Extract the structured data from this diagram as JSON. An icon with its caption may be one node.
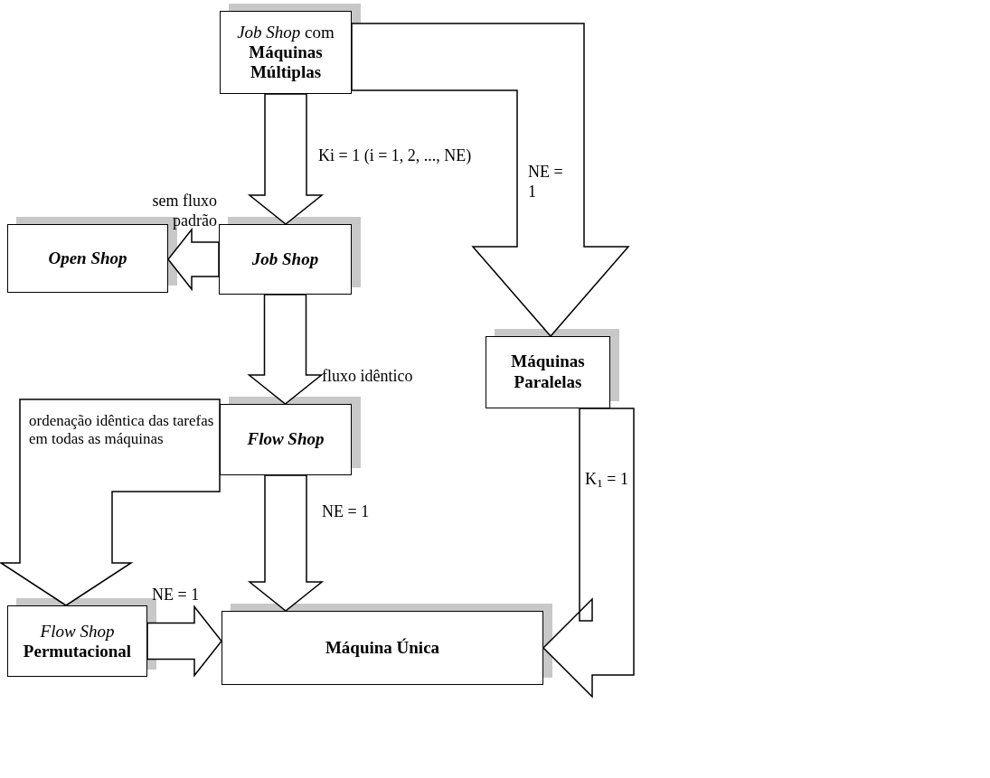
{
  "diagram": {
    "nodes": [
      {
        "text": [
          "*Job Shop* com **Máquinas Múltiplas**"
        ]
      },
      {
        "text": [
          "Open Shop"
        ]
      },
      {
        "text": [
          "Job Shop"
        ]
      },
      {
        "text": [
          "Máquinas Paralelas"
        ]
      },
      {
        "text": [
          "Flow Shop"
        ]
      },
      {
        "text": [
          "*Flow Shop* **Permutacional**"
        ]
      },
      {
        "text": [
          "Máquina Única"
        ]
      }
    ],
    "edges": [
      {
        "from": 0,
        "to": 2,
        "arrow": "to",
        "label": "Ki = 1 (i = 1, 2, ..., NE)"
      },
      {
        "from": 2,
        "to": 1,
        "arrow": "to",
        "label": "sem fluxo padrão"
      },
      {
        "from": 2,
        "to": 4,
        "arrow": "to",
        "label": "fluxo idêntico"
      },
      {
        "from": 0,
        "to": 3,
        "arrow": "to",
        "label": "NE = 1"
      },
      {
        "from": 4,
        "to": 5,
        "arrow": "to",
        "label": "ordenação idêntica das tarefas em todas as máquinas"
      },
      {
        "from": 4,
        "to": 6,
        "arrow": "to",
        "label": "NE = 1"
      },
      {
        "from": 5,
        "to": 6,
        "arrow": "to",
        "label": "NE = 1"
      },
      {
        "from": 3,
        "to": 6,
        "arrow": "to",
        "label": "K$_{1}$ = 1"
      }
    ]
  }
}
